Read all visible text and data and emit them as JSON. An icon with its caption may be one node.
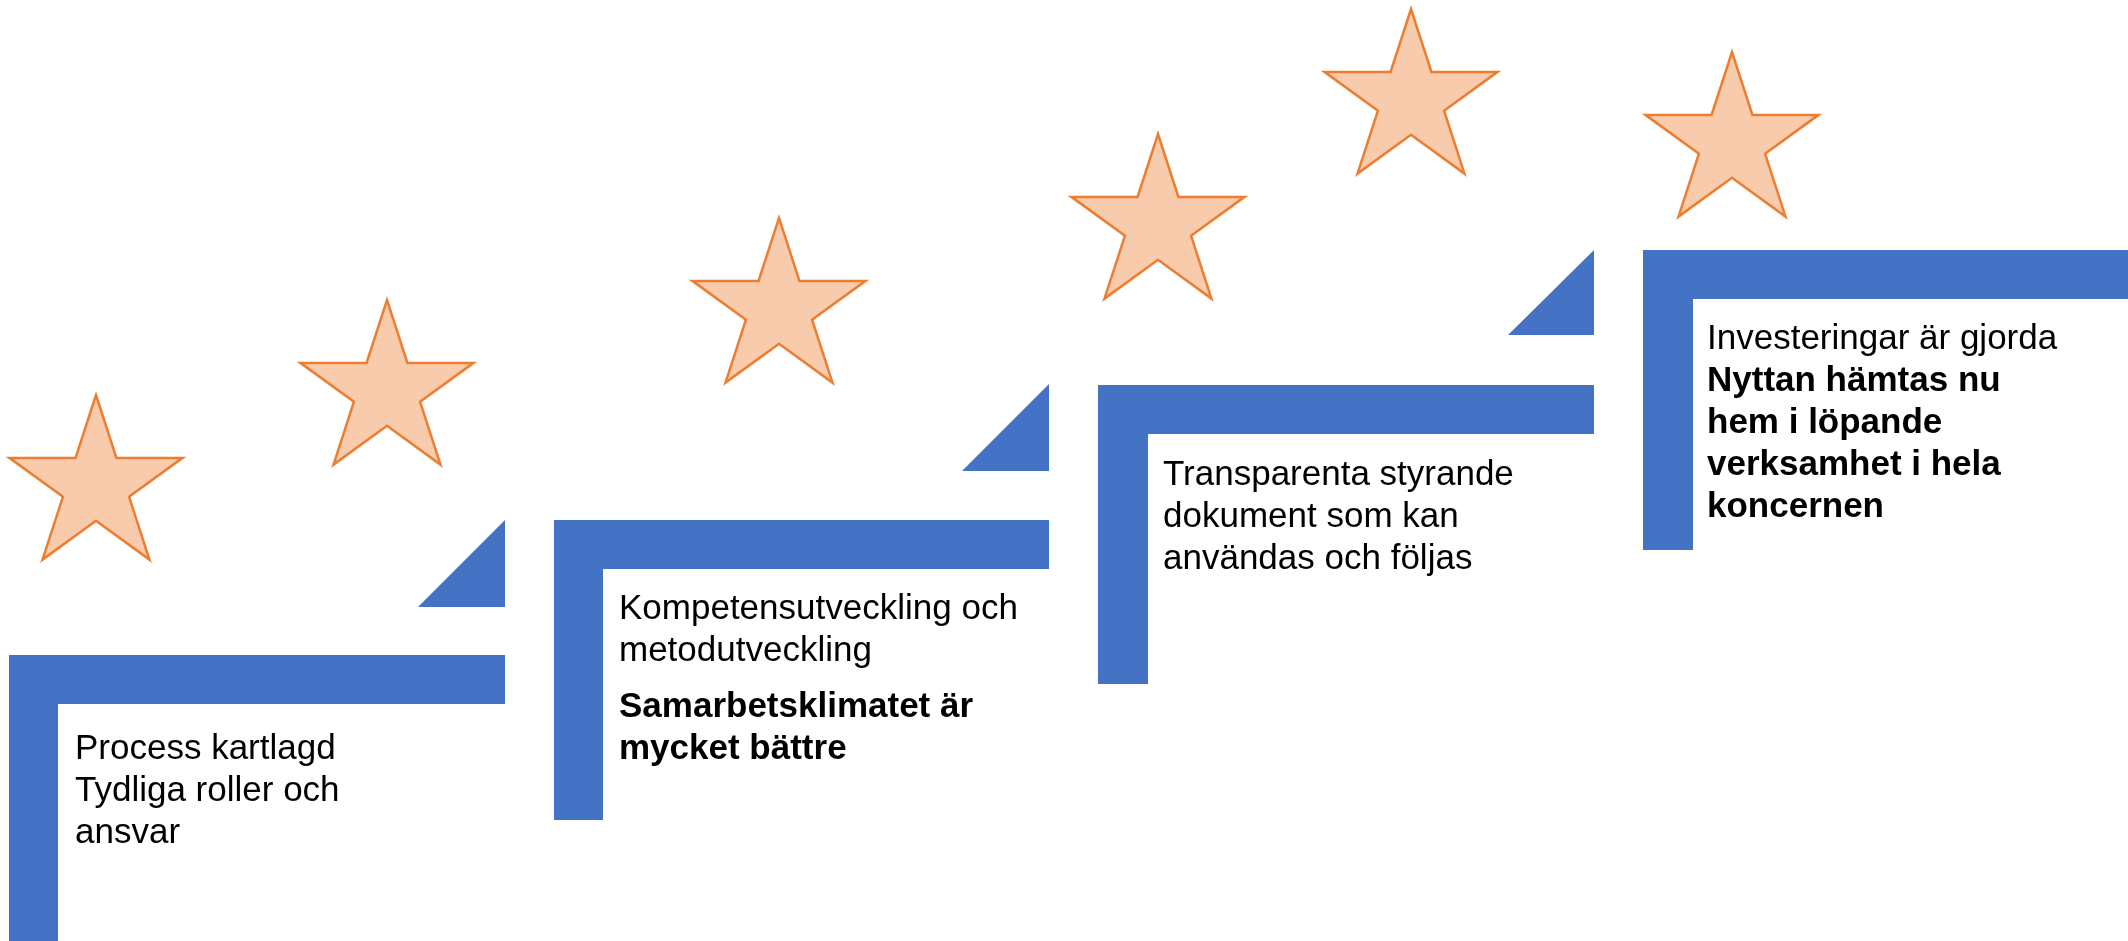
{
  "diagram": {
    "nodes": [
      {
        "text": [
          "Process kartlagd",
          "Tydliga roller och ansvar"
        ]
      },
      {
        "text": [
          "Kompetensutveckling och metodutveckling",
          "**Samarbetsklimatet är mycket bättre**"
        ]
      },
      {
        "text": [
          "Transparenta styrande dokument som kan användas och följas"
        ]
      },
      {
        "text": [
          "Investeringar är gjorda",
          "**Nyttan hämtas nu hem i löpande verksamhet i hela koncernen**"
        ]
      }
    ]
  }
}
